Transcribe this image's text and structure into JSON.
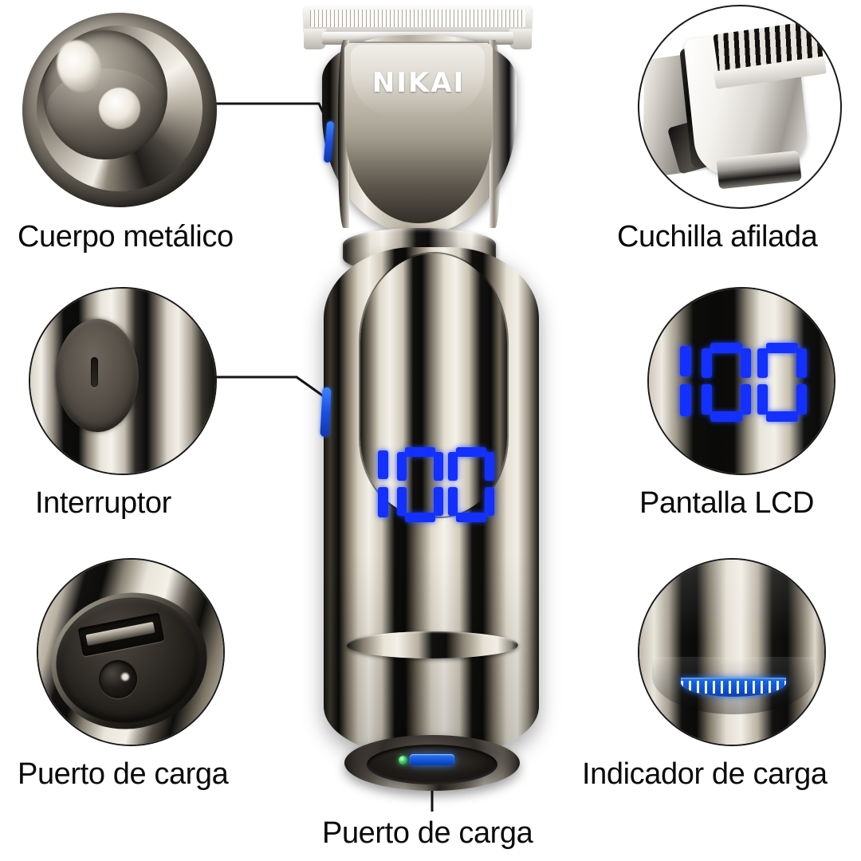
{
  "page": {
    "background_color": "#ffffff",
    "brand": "NIKAI",
    "language": "es"
  },
  "product": {
    "name": "NIKAI",
    "logo_text": "NIKAI",
    "lcd_value": "100",
    "accent_color": "#1430ff",
    "metal_color_light": "#f4f1ea",
    "metal_color_dark": "#0b0b0a",
    "charge_led_color": "#1256da",
    "power_led_color": "#37d15c"
  },
  "features": {
    "left": [
      {
        "id": "metal-body",
        "label": "Cuerpo metálico",
        "icon": "metal-body-icon",
        "has_callout": true
      },
      {
        "id": "switch",
        "label": "Interruptor",
        "icon": "power-switch-icon",
        "has_callout": true
      },
      {
        "id": "charge-port",
        "label": "Puerto de carga",
        "icon": "usb-port-icon",
        "has_callout": false
      }
    ],
    "right": [
      {
        "id": "sharp-blade",
        "label": "Cuchilla afilada",
        "icon": "blade-icon",
        "has_callout": false
      },
      {
        "id": "lcd-screen",
        "label": "Pantalla LCD",
        "icon": "lcd-display-icon",
        "has_callout": false
      },
      {
        "id": "charge-indicator",
        "label": "Indicador de carga",
        "icon": "charge-indicator-icon",
        "has_callout": false
      }
    ],
    "bottom": [
      {
        "id": "charge-port-bottom",
        "label": "Puerto de carga",
        "icon": "charge-port-icon",
        "has_callout": true
      }
    ]
  },
  "lcd": {
    "main_value": "100",
    "inset_value": "100",
    "digits": [
      "1",
      "0",
      "0"
    ],
    "color": "#1430ff"
  }
}
